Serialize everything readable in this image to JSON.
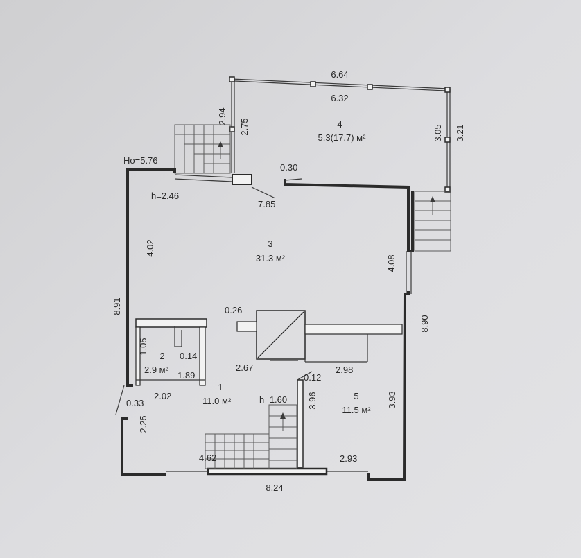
{
  "colors": {
    "background": "#d6d6d8",
    "wall": "#2b2b2b",
    "text": "#2a2a2a"
  },
  "rooms": [
    {
      "number": "4",
      "area": "5.3(17.7) м²"
    },
    {
      "number": "3",
      "area": "31.3 м²"
    },
    {
      "number": "2",
      "area": "2.9 м²"
    },
    {
      "number": "1",
      "area": "11.0 м²"
    },
    {
      "number": "5",
      "area": "11.5 м²"
    }
  ],
  "heights": {
    "h0": "Ho=5.76",
    "h1": "h=2.46",
    "h2": "h=1.60"
  },
  "dims": {
    "d664": "6.64",
    "d632": "6.32",
    "d294": "2.94",
    "d275": "2.75",
    "d305": "3.05",
    "d321": "3.21",
    "d030": "0.30",
    "d785": "7.85",
    "d402": "4.02",
    "d408": "4.08",
    "d891": "8.91",
    "d890": "8.90",
    "d026": "0.26",
    "d105": "1.05",
    "d014": "0.14",
    "d189": "1.89",
    "d267": "2.67",
    "d298": "2.98",
    "d012": "0.12",
    "d202": "2.02",
    "d033": "0.33",
    "d396": "3.96",
    "d393": "3.93",
    "d225": "2.25",
    "d462": "4.62",
    "d293": "2.93",
    "d824": "8.24"
  }
}
